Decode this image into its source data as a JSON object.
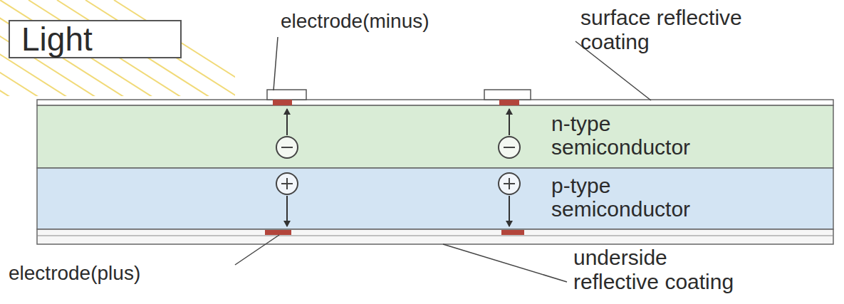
{
  "diagram": {
    "nodes": [
      {
        "text": [
          "Light"
        ]
      },
      {
        "text": [
          "n-type semiconductor"
        ]
      },
      {
        "text": [
          "p-type semiconductor"
        ]
      }
    ],
    "labels": [
      "electrode(minus)",
      "surface reflective coating",
      "electrode(plus)",
      "underside reflective coating"
    ]
  }
}
